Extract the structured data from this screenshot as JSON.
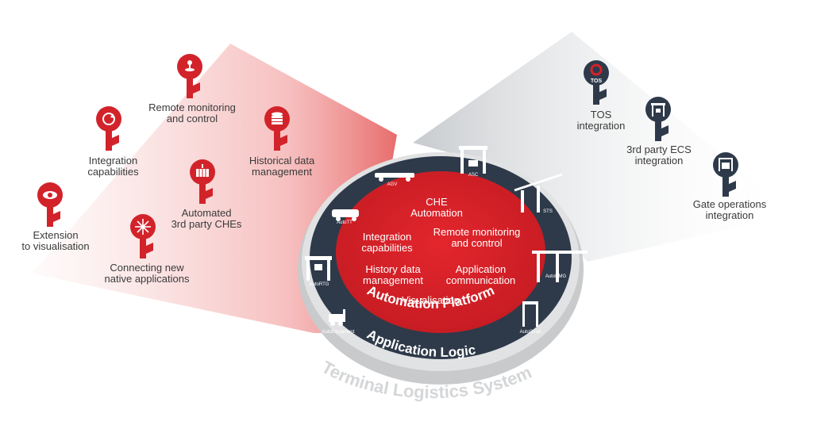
{
  "colors": {
    "brand_red": "#d2232a",
    "dark_navy": "#2e3a4a",
    "ring_grey": "#c9cbcd"
  },
  "left_features": [
    {
      "label": "Remote monitoring\nand control",
      "icon": "joystick-icon"
    },
    {
      "label": "Integration\ncapabilities",
      "icon": "refresh-icon"
    },
    {
      "label": "Historical data\nmanagement",
      "icon": "database-icon"
    },
    {
      "label": "Automated\n3rd party CHEs",
      "icon": "container-icon"
    },
    {
      "label": "Extension\nto visualisation",
      "icon": "eye-icon"
    },
    {
      "label": "Connecting new\nnative applications",
      "icon": "network-arrows-icon"
    }
  ],
  "right_features": [
    {
      "label": "TOS\nintegration",
      "icon": "tos-icon",
      "badge": "TOS"
    },
    {
      "label": "3rd party ECS\nintegration",
      "icon": "crane-icon"
    },
    {
      "label": "Gate operations\nintegration",
      "icon": "truck-gate-icon"
    }
  ],
  "platform": {
    "items": [
      "CHE\nAutomation",
      "Integration\ncapabilities",
      "Remote monitoring\nand control",
      "History data\nmanagement",
      "Application\ncommunication",
      "Visualisation"
    ],
    "inner_ring_label": "Automation Platform",
    "middle_ring_label": "Application Logic",
    "outer_ring_label": "Terminal Logistics System"
  },
  "equipment": [
    "AGV",
    "ASC",
    "STS",
    "AutoTT",
    "AutoRMG",
    "AutoRTG",
    "AutoEquipment",
    "AutoStrad"
  ]
}
